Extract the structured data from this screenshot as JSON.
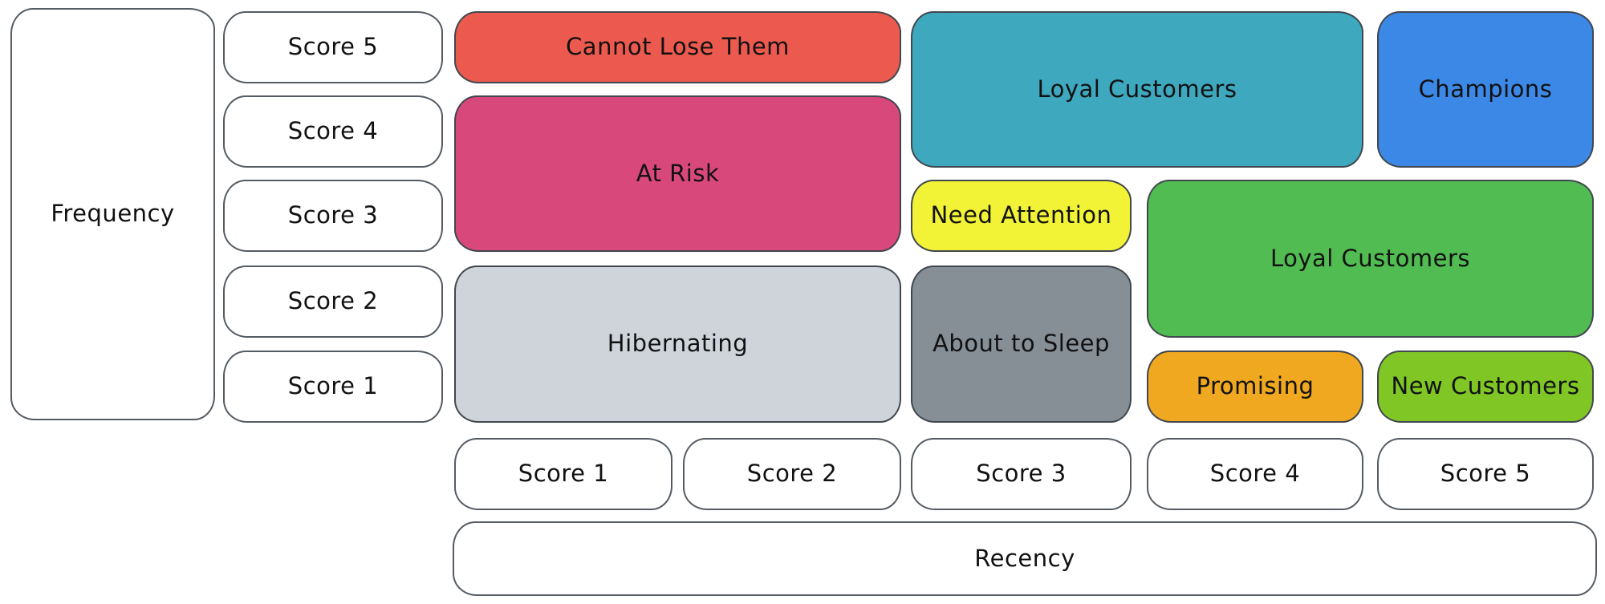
{
  "diagram": {
    "kind": "rfm-customer-segmentation",
    "background_color": "#ffffff",
    "stroke_color": "#41474e",
    "text_color": "#111111"
  },
  "y_axis": {
    "label": "Frequency",
    "scores": [
      "Score 5",
      "Score 4",
      "Score 3",
      "Score 2",
      "Score 1"
    ]
  },
  "x_axis": {
    "label": "Recency",
    "scores": [
      "Score 1",
      "Score 2",
      "Score 3",
      "Score 4",
      "Score 5"
    ]
  },
  "segments": [
    {
      "name": "cannot-lose-them",
      "label": "Cannot Lose Them",
      "color": "#ec5a4f",
      "recency": [
        1,
        2
      ],
      "frequency": [
        5,
        5
      ]
    },
    {
      "name": "at-risk",
      "label": "At Risk",
      "color": "#d9487b",
      "recency": [
        1,
        2
      ],
      "frequency": [
        3,
        4
      ]
    },
    {
      "name": "hibernating",
      "label": "Hibernating",
      "color": "#ced4da",
      "recency": [
        1,
        2
      ],
      "frequency": [
        1,
        2
      ]
    },
    {
      "name": "loyal-customers-upper",
      "label": "Loyal Customers",
      "color": "#3ea8bf",
      "recency": [
        3,
        4
      ],
      "frequency": [
        4,
        5
      ]
    },
    {
      "name": "champions",
      "label": "Champions",
      "color": "#3c88e6",
      "recency": [
        5,
        5
      ],
      "frequency": [
        4,
        5
      ]
    },
    {
      "name": "need-attention",
      "label": "Need Attention",
      "color": "#f2f337",
      "recency": [
        3,
        3
      ],
      "frequency": [
        3,
        3
      ]
    },
    {
      "name": "loyal-customers-right",
      "label": "Loyal Customers",
      "color": "#51bc51",
      "recency": [
        4,
        5
      ],
      "frequency": [
        2,
        3
      ]
    },
    {
      "name": "about-to-sleep",
      "label": "About to Sleep",
      "color": "#868e96",
      "recency": [
        3,
        3
      ],
      "frequency": [
        1,
        2
      ]
    },
    {
      "name": "promising",
      "label": "Promising",
      "color": "#efa81f",
      "recency": [
        4,
        4
      ],
      "frequency": [
        1,
        1
      ]
    },
    {
      "name": "new-customers",
      "label": "New Customers",
      "color": "#80c726",
      "recency": [
        5,
        5
      ],
      "frequency": [
        1,
        1
      ]
    }
  ]
}
